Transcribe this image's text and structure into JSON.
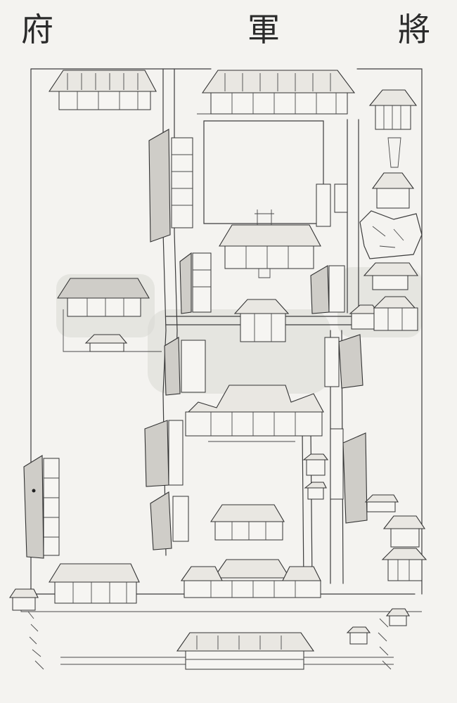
{
  "title": {
    "char_left": "府",
    "char_middle": "軍",
    "char_right": "將"
  },
  "colors": {
    "paper": "#f4f3f0",
    "ink": "#333333",
    "shading": "#d9d8d4"
  }
}
